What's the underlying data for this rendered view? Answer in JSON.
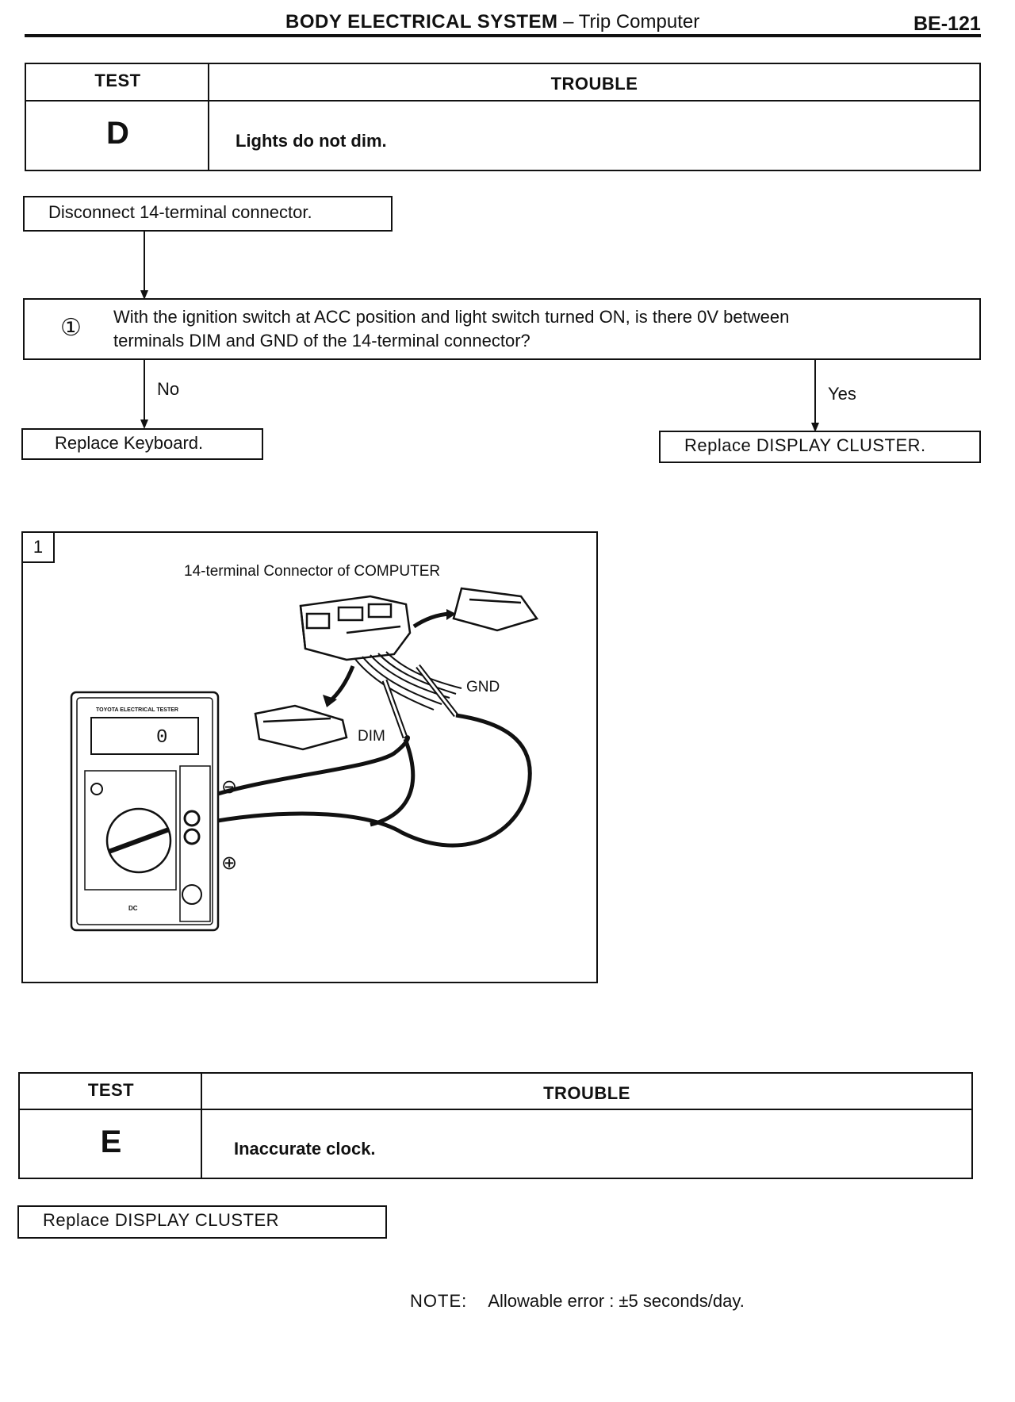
{
  "header": {
    "section": "BODY ELECTRICAL SYSTEM",
    "subsection": "– Trip Computer",
    "page_number": "BE-121"
  },
  "test_d": {
    "test_label": "TEST",
    "trouble_label": "TROUBLE",
    "letter": "D",
    "trouble": "Lights do not dim."
  },
  "flow_d": {
    "step_disconnect": "Disconnect 14-terminal connector.",
    "step_number": "①",
    "question_line1": "With the ignition switch at ACC position and light switch turned ON, is there 0V between",
    "question_line2": "terminals DIM and GND of the 14-terminal connector?",
    "no_label": "No",
    "yes_label": "Yes",
    "result_no": "Replace Keyboard.",
    "result_yes": "Replace DISPLAY CLUSTER."
  },
  "figure": {
    "number": "1",
    "caption": "14-terminal Connector of COMPUTER",
    "gnd_label": "GND",
    "dim_label": "DIM",
    "minus_symbol": "⊖",
    "plus_symbol": "⊕",
    "tester_brand": "TOYOTA ELECTRICAL TESTER",
    "tester_display": "0",
    "tester_dc": "DC"
  },
  "test_e": {
    "test_label": "TEST",
    "trouble_label": "TROUBLE",
    "letter": "E",
    "trouble": "Inaccurate clock."
  },
  "flow_e": {
    "result": "Replace DISPLAY CLUSTER"
  },
  "note": {
    "label": "NOTE:",
    "text": "Allowable error : ±5 seconds/day."
  }
}
